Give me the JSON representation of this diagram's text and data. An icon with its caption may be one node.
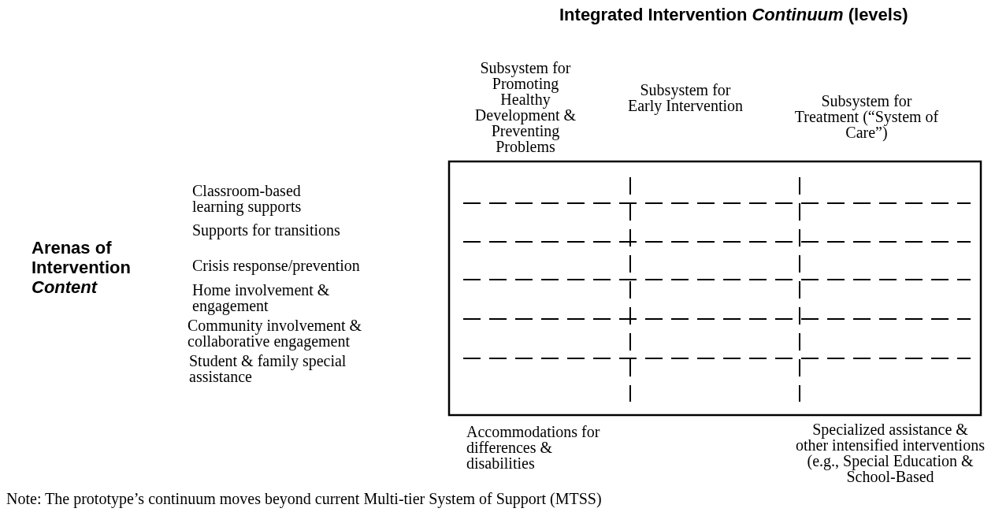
{
  "diagram": {
    "title": "Integrated Intervention *Continuum* (levels)",
    "labels": [
      "Subsystem for Promoting Healthy Development & Preventing Problems",
      "Subsystem for Early Intervention",
      "Subsystem for Treatment (“System of Care”)",
      "Arenas of Intervention *Content*",
      "Classroom-based learning supports",
      "Supports for transitions",
      "Crisis response/prevention",
      "Home involvement & engagement",
      "Community involvement & collaborative engagement",
      "Student & family special assistance",
      "Accommodations for differences & disabilities",
      "Specialized assistance & other intensified interventions (e.g., Special Education & School-Based",
      "Note: The prototype’s continuum moves beyond current Multi-tier System of Support (MTSS)"
    ]
  }
}
